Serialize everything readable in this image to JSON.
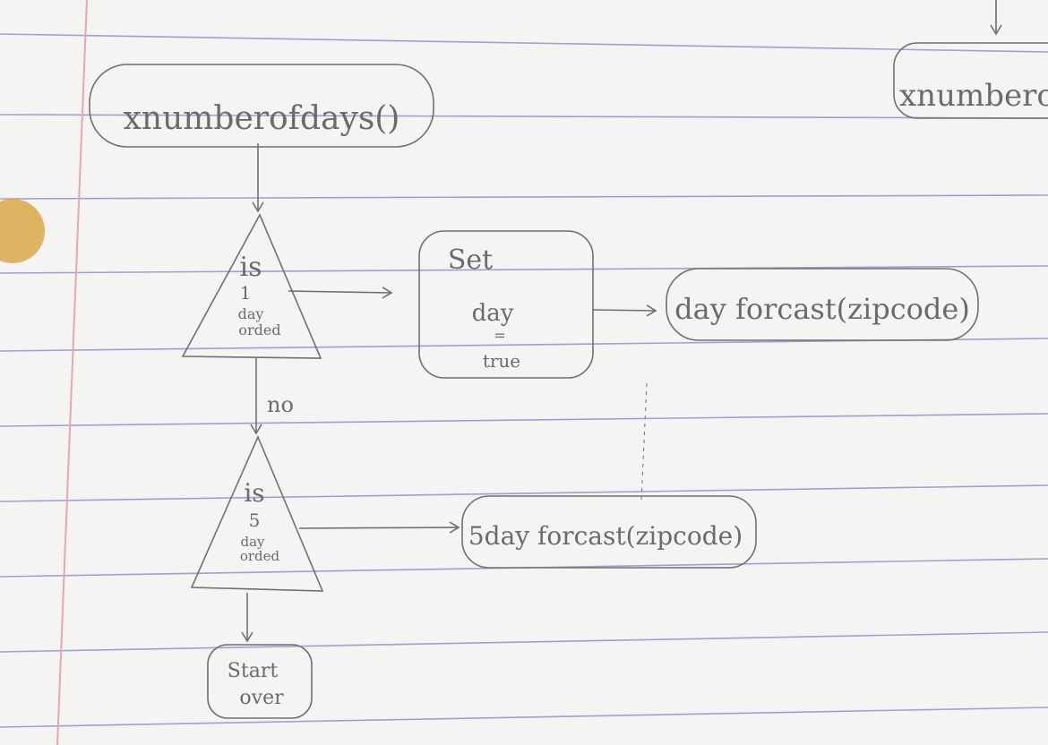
{
  "colors": {
    "paper": "#f4f4f2",
    "rule_line": "#9aa3cf",
    "margin_line": "#e8a6ad",
    "pencil": "#707070",
    "punch_hole": "#d9a748"
  },
  "nodes": {
    "start_left": "xnumberofdays()",
    "start_right": "xnumberof",
    "decision1": {
      "line1": "is",
      "line2": "1",
      "line3": "day",
      "line4": "orded"
    },
    "set_box": {
      "line1": "Set",
      "line2": "day",
      "line3": "=",
      "line4": "true"
    },
    "day_forecast": "day forcast(zipcode)",
    "decision2": {
      "line1": "is",
      "line2": "5",
      "line3": "day",
      "line4": "orded"
    },
    "five_day_forecast": "5day forcast(zipcode)",
    "start_over": {
      "line1": "Start",
      "line2": "over"
    }
  },
  "edges": {
    "no_label": "no"
  }
}
